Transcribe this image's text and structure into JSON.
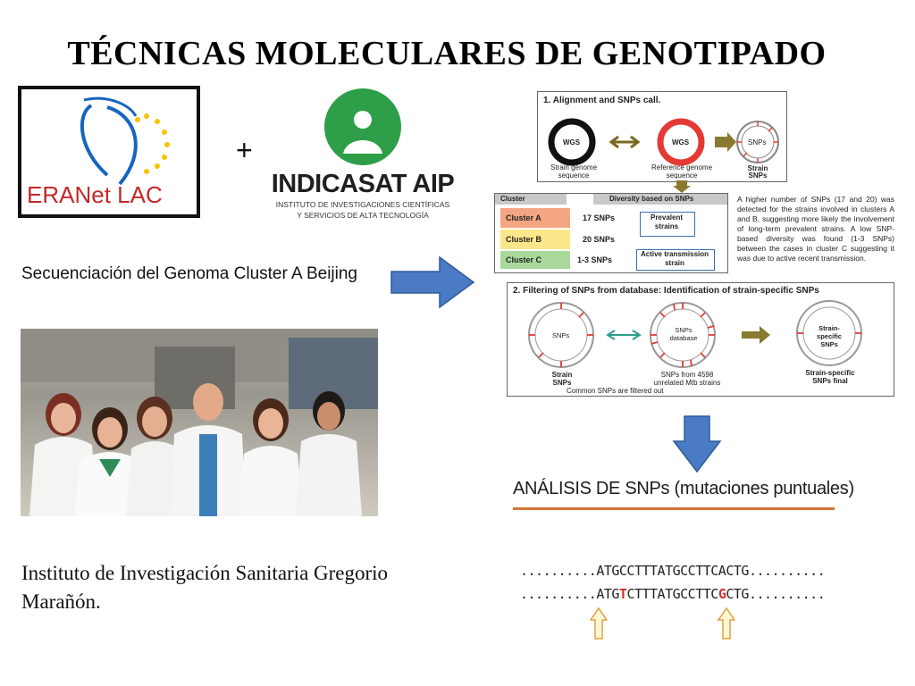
{
  "title": "TÉCNICAS MOLECULARES DE GENOTIPADO",
  "logos": {
    "eranet": {
      "text": "ERANet LAC"
    },
    "plus": "+",
    "indicasat": {
      "name": "INDICASAT AIP",
      "sub1": "INSTITUTO DE INVESTIGACIONES CIENTÍFICAS",
      "sub2": "Y SERVICIOS DE ALTA TECNOLOGÍA"
    }
  },
  "sequencing_text": "Secuenciación del Genoma Cluster A Beijing",
  "institute_text": "Instituto de Investigación Sanitaria Gregorio Marañón.",
  "workflow": {
    "step1_title": "1. Alignment and SNPs call.",
    "wgs_label": "WGS",
    "snps_label": "SNPs",
    "strain_genome": "Strain genome sequence",
    "reference_genome": "Reference genome sequence",
    "strain_snps": "Strain SNPs",
    "cluster_header": "Cluster",
    "diversity_header": "Diversity based on SNPs",
    "clusters": [
      {
        "name": "Cluster A",
        "snps": "17 SNPs",
        "color": "#f4a582"
      },
      {
        "name": "Cluster B",
        "snps": "20 SNPs",
        "color": "#fde68a"
      },
      {
        "name": "Cluster C",
        "snps": "1-3 SNPs",
        "color": "#a8d99a"
      }
    ],
    "prevalent": "Prevalent strains",
    "active": "Active transmission strain",
    "description": "A higher number of SNPs (17 and 20) was detected for the strains involved in clusters A and B, suggesting more likely the involvement of long-term prevalent strains. A low SNP-based diversity was found (1-3 SNPs) between the cases in cluster C suggesting it was due to active recent transmission.",
    "step2_title": "2. Filtering of SNPs from database: Identification of strain-specific SNPs",
    "snps_database": "SNPs database",
    "strain_specific": "Strain-specific SNPs",
    "from_4598": "SNPs from 4598 unrelated Mtb strains",
    "strain_specific_final": "Strain-specific SNPs final",
    "common_filtered": "Common SNPs are filtered out"
  },
  "snp_analysis_title": "ANÁLISIS DE SNPs (mutaciones puntuales)",
  "sequence": {
    "dots": "..........",
    "line1": "ATGCCTTTATGCCTTCACTG",
    "line2_a": "ATG",
    "line2_m1": "T",
    "line2_b": "CTTTATGCCTTC",
    "line2_m2": "G",
    "line2_c": "CTG"
  },
  "colors": {
    "arrow_blue": "#4a7bc4",
    "accent_orange": "#d8743a",
    "mutation_red": "#d32f2f",
    "ring_red": "#e53935"
  }
}
